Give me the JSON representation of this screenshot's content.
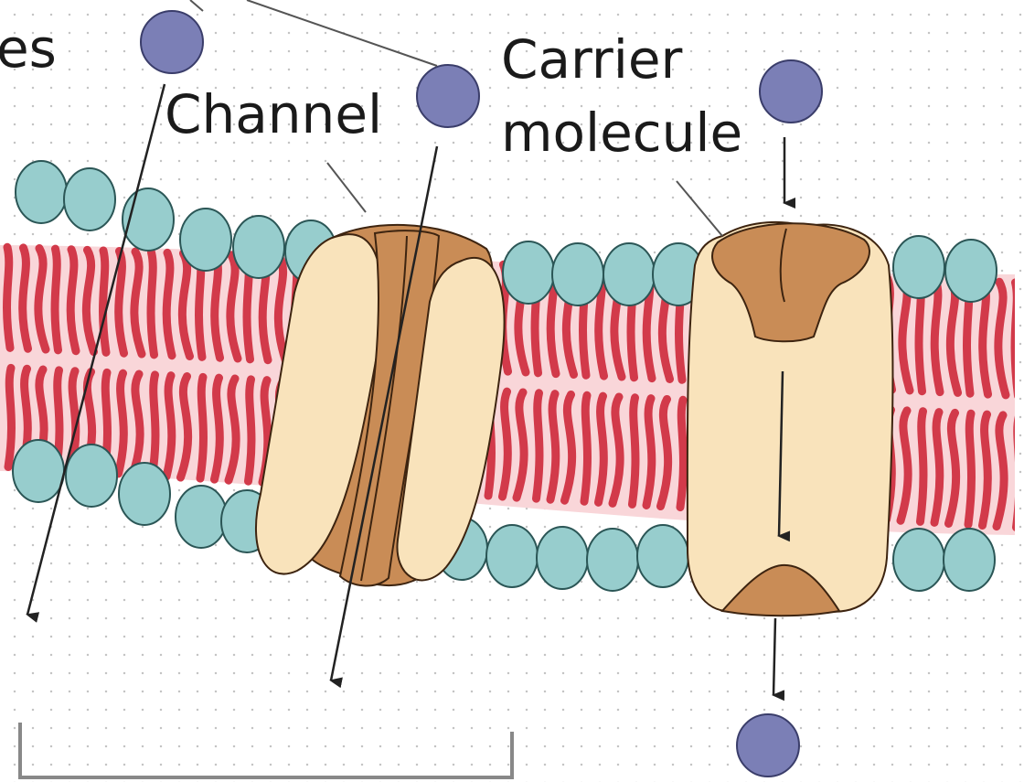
{
  "labels": {
    "partial_left": "es",
    "channel": "Channel",
    "carrier_line1": "Carrier",
    "carrier_line2": "molecule"
  },
  "colors": {
    "head_fill": "#97cdcd",
    "head_stroke": "#2b5656",
    "tail": "#d23a4a",
    "core_bg": "#f9d6d9",
    "protein_light": "#f9e3bb",
    "protein_dark": "#c98c56",
    "solute": "#7b7fb6",
    "solute_stroke": "#3a3d6a",
    "arrow": "#222222",
    "leader": "#555555"
  },
  "icons": [
    "solute-molecule",
    "phospholipid-head",
    "channel-protein",
    "carrier-protein",
    "transport-arrow"
  ]
}
